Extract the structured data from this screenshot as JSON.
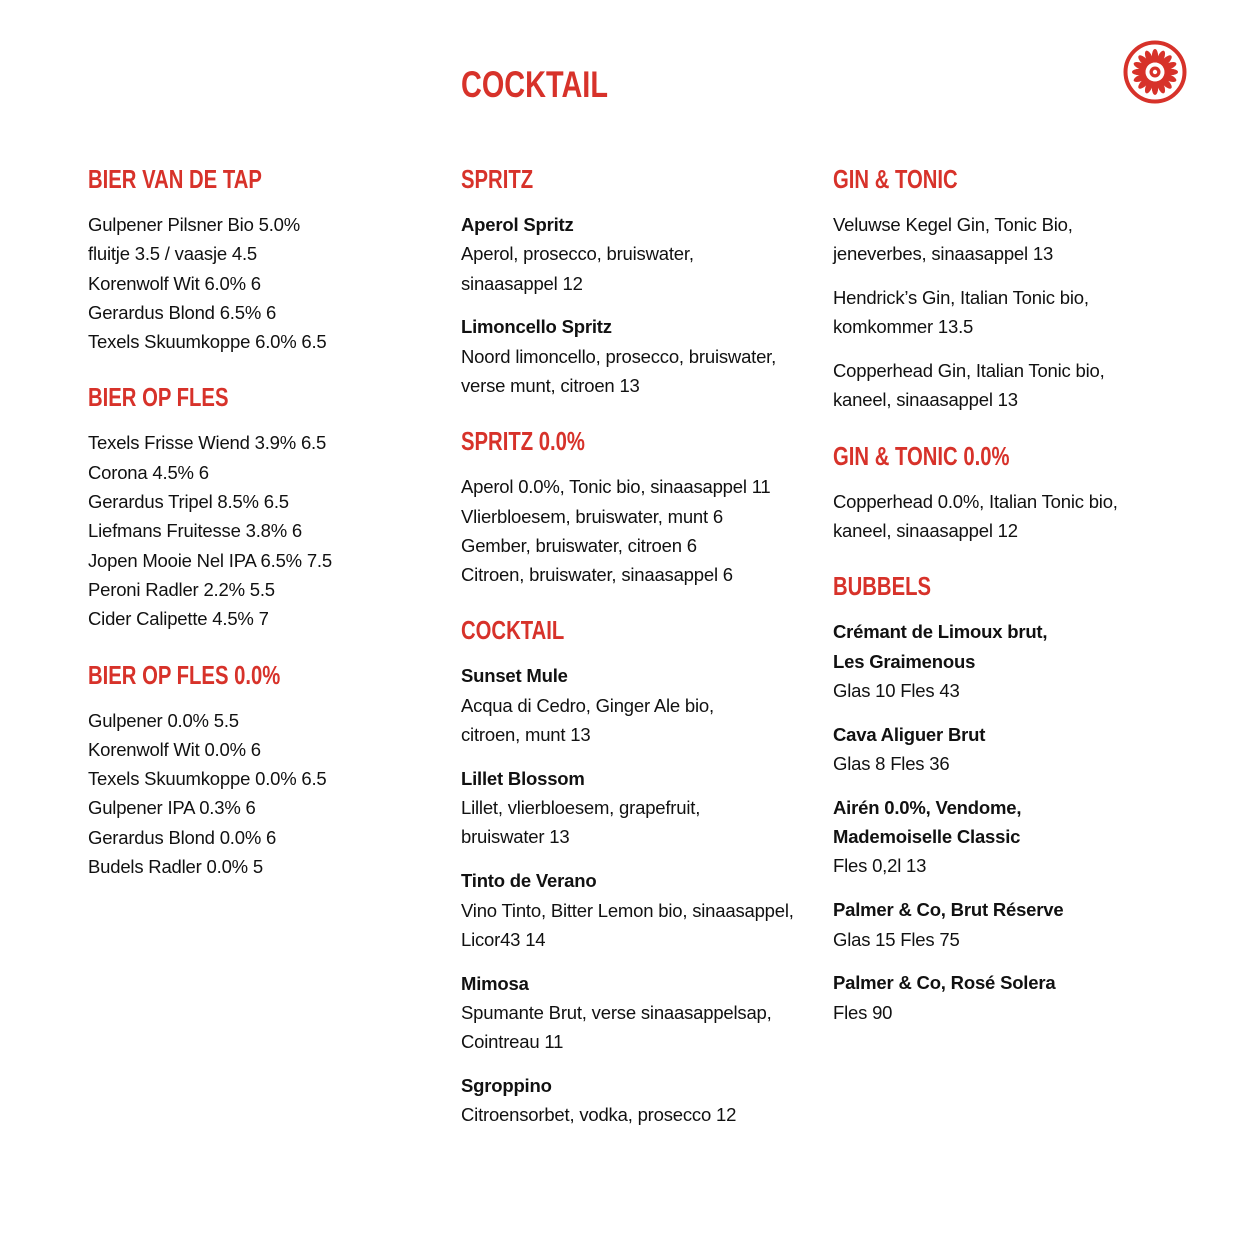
{
  "title": "COCKTAIL",
  "colors": {
    "accent": "#d7322a",
    "text": "#111111",
    "background": "#ffffff"
  },
  "logo_icon": "sun-flower-icon",
  "columns": [
    {
      "sections": [
        {
          "title": "BIER VAN DE TAP",
          "lines": [
            "Gulpener Pilsner Bio 5.0%",
            "fluitje 3.5 / vaasje 4.5",
            "Korenwolf Wit 6.0% 6",
            "Gerardus Blond 6.5% 6",
            "Texels Skuumkoppe 6.0% 6.5"
          ]
        },
        {
          "title": "BIER OP FLES",
          "lines": [
            "Texels Frisse Wiend 3.9% 6.5",
            "Corona 4.5% 6",
            "Gerardus Tripel 8.5% 6.5",
            "Liefmans Fruitesse 3.8% 6",
            "Jopen Mooie Nel IPA 6.5% 7.5",
            "Peroni Radler 2.2% 5.5",
            "Cider Calipette 4.5% 7"
          ]
        },
        {
          "title": "BIER OP FLES 0.0%",
          "lines": [
            "Gulpener 0.0% 5.5",
            "Korenwolf Wit 0.0% 6",
            "Texels Skuumkoppe 0.0% 6.5",
            "Gulpener IPA 0.3% 6",
            "Gerardus Blond 0.0% 6",
            "Budels Radler 0.0% 5"
          ]
        }
      ]
    },
    {
      "sections": [
        {
          "title": "SPRITZ",
          "items": [
            {
              "name": "Aperol Spritz",
              "description": [
                "Aperol, prosecco, bruiswater,",
                "sinaasappel 12"
              ]
            },
            {
              "name": "Limoncello Spritz",
              "description": [
                "Noord limoncello, prosecco, bruiswater,",
                "verse munt, citroen 13"
              ]
            }
          ]
        },
        {
          "title": "SPRITZ 0.0%",
          "lines": [
            "Aperol 0.0%, Tonic bio, sinaasappel 11",
            "Vlierbloesem, bruiswater, munt 6",
            "Gember, bruiswater, citroen 6",
            "Citroen, bruiswater, sinaasappel 6"
          ]
        },
        {
          "title": "COCKTAIL",
          "items": [
            {
              "name": "Sunset Mule",
              "description": [
                "Acqua di Cedro, Ginger Ale bio,",
                "citroen, munt 13"
              ]
            },
            {
              "name": "Lillet Blossom",
              "description": [
                "Lillet, vlierbloesem, grapefruit,",
                "bruiswater 13"
              ]
            },
            {
              "name": "Tinto de Verano",
              "description": [
                "Vino Tinto, Bitter Lemon bio, sinaasappel,",
                "Licor43 14"
              ]
            },
            {
              "name": "Mimosa",
              "description": [
                "Spumante Brut, verse sinaasappelsap,",
                "Cointreau 11"
              ]
            },
            {
              "name": "Sgroppino",
              "description": [
                "Citroensorbet, vodka, prosecco 12"
              ]
            }
          ]
        }
      ]
    },
    {
      "sections": [
        {
          "title": "GIN & TONIC",
          "items": [
            {
              "description": [
                "Veluwse Kegel Gin, Tonic Bio,",
                "jeneverbes, sinaasappel 13"
              ]
            },
            {
              "description": [
                "Hendrick’s Gin, Italian Tonic bio,",
                "komkommer 13.5"
              ]
            },
            {
              "description": [
                "Copperhead Gin, Italian Tonic bio,",
                "kaneel, sinaasappel 13"
              ]
            }
          ]
        },
        {
          "title": "GIN & TONIC 0.0%",
          "items": [
            {
              "description": [
                "Copperhead 0.0%, Italian Tonic bio,",
                "kaneel, sinaasappel 12"
              ]
            }
          ]
        },
        {
          "title": "BUBBELS",
          "items": [
            {
              "name_lines": [
                "Crémant de Limoux brut,",
                "Les Graimenous"
              ],
              "description": [
                "Glas 10 Fles 43"
              ]
            },
            {
              "name_lines": [
                "Cava Aliguer Brut"
              ],
              "description": [
                "Glas 8 Fles 36"
              ]
            },
            {
              "name_lines": [
                "Airén 0.0%, Vendome,",
                "Mademoiselle Classic"
              ],
              "description": [
                "Fles 0,2l 13"
              ]
            },
            {
              "name_lines": [
                "Palmer & Co, Brut Réserve"
              ],
              "description": [
                "Glas 15 Fles 75"
              ]
            },
            {
              "name_lines": [
                "Palmer & Co, Rosé Solera"
              ],
              "description": [
                "Fles 90"
              ]
            }
          ]
        }
      ]
    }
  ]
}
